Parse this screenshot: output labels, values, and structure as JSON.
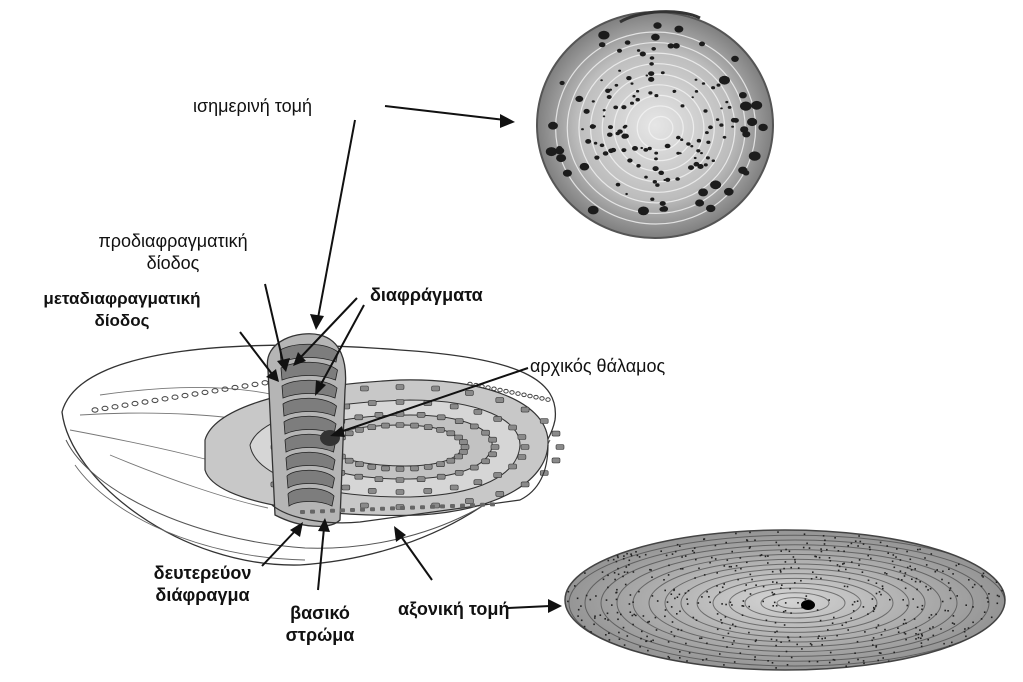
{
  "figure": {
    "labels": {
      "equatorial_section": "ισημερινή τομή",
      "prediaphragmatic_passage": [
        "προδιαφραγματική",
        "δίοδος"
      ],
      "postdiaphragmatic_passage": [
        "μεταδιαφραγματική",
        "δίοδος"
      ],
      "septa": "διαφράγματα",
      "initial_chamber": "αρχικός θάλαμος",
      "secondary_septum": [
        "δευτερεύον",
        "διάφραγμα"
      ],
      "basal_layer": [
        "βασικό",
        "στρώμα"
      ],
      "axial_section": "αξονική τομή"
    }
  }
}
